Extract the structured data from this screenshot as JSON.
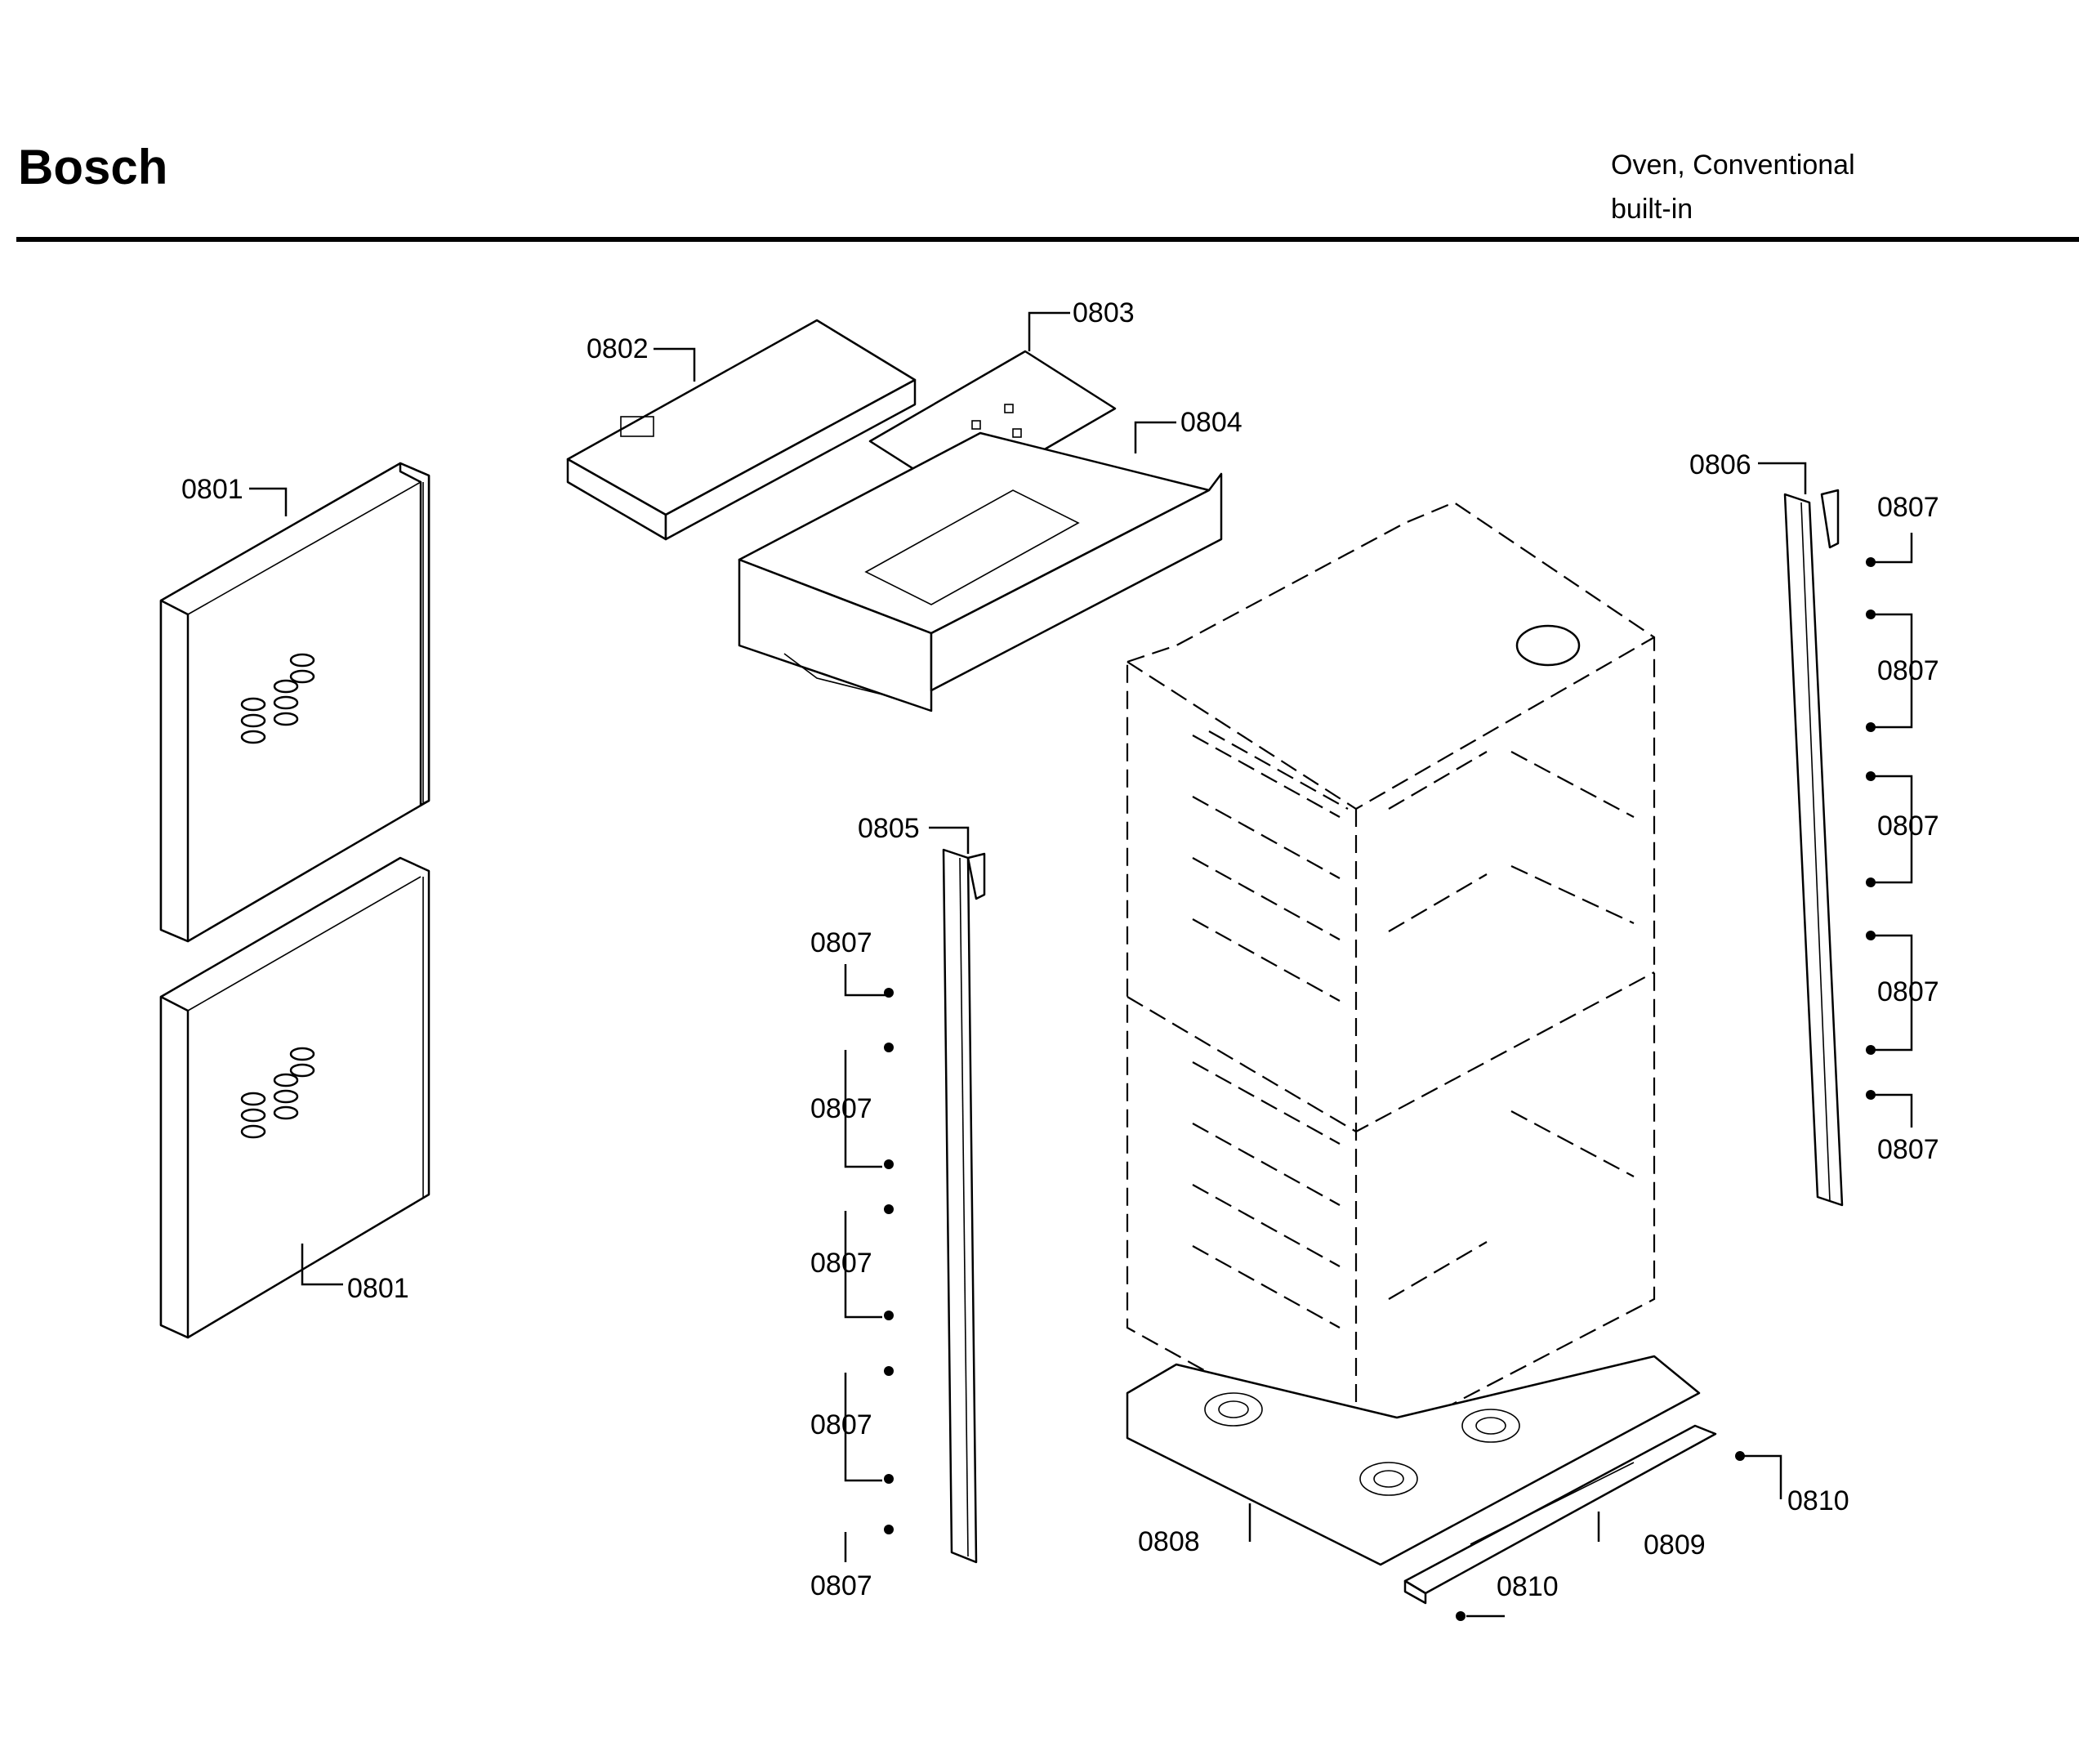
{
  "header": {
    "brand": "Bosch",
    "product_line1": "Oven, Conventional",
    "product_line2": "built-in"
  },
  "callouts": {
    "c0801a": "0801",
    "c0801b": "0801",
    "c0802": "0802",
    "c0803": "0803",
    "c0804": "0804",
    "c0805": "0805",
    "c0806": "0806",
    "c0807_l1": "0807",
    "c0807_l2": "0807",
    "c0807_l3": "0807",
    "c0807_l4": "0807",
    "c0807_l5": "0807",
    "c0807_r1": "0807",
    "c0807_r2": "0807",
    "c0807_r3": "0807",
    "c0807_r4": "0807",
    "c0807_r5": "0807",
    "c0808": "0808",
    "c0809": "0809",
    "c0810a": "0810",
    "c0810b": "0810"
  }
}
